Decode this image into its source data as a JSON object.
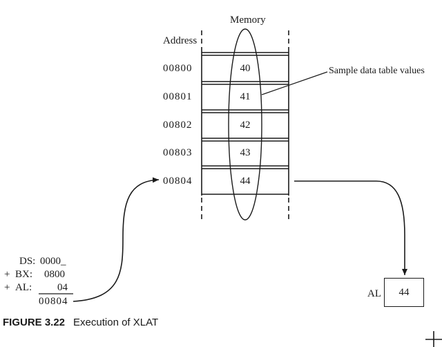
{
  "memory": {
    "title": "Memory",
    "address_header": "Address",
    "rows": [
      {
        "address": "00800",
        "value": "40"
      },
      {
        "address": "00801",
        "value": "41"
      },
      {
        "address": "00802",
        "value": "42"
      },
      {
        "address": "00803",
        "value": "43"
      },
      {
        "address": "00804",
        "value": "44"
      }
    ]
  },
  "callout": {
    "text": "Sample data table values"
  },
  "calculation": {
    "ds": {
      "sign": "",
      "label": "DS:",
      "value": "0000_"
    },
    "bx": {
      "sign": "+",
      "label": "BX:",
      "value": "0800"
    },
    "al": {
      "sign": "+",
      "label": "AL:",
      "value": "04"
    },
    "result": "00804"
  },
  "al_register": {
    "label": "AL",
    "value": "44"
  },
  "caption": {
    "figure": "FIGURE 3.22",
    "text": "Execution of XLAT"
  }
}
